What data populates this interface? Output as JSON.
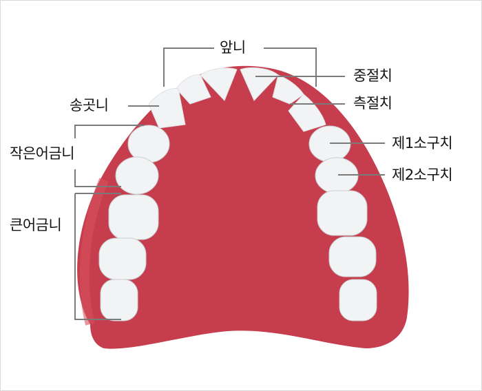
{
  "diagram": {
    "title": "Upper dental arch diagram",
    "colors": {
      "gum": "#c63d4d",
      "gum_edge": "#d9505e",
      "tooth": "#f2f3f4",
      "tooth_shade": "#c9cdd1",
      "leader_line": "#7a7a7a",
      "border": "#d9d9d9",
      "text": "#111111"
    },
    "labels": {
      "front_teeth": "앞니",
      "central_incisor": "중절치",
      "lateral_incisor": "측절치",
      "canine": "송곳니",
      "small_molars": "작은어금니",
      "first_premolar": "제1소구치",
      "second_premolar": "제2소구치",
      "large_molars": "큰어금니"
    }
  }
}
